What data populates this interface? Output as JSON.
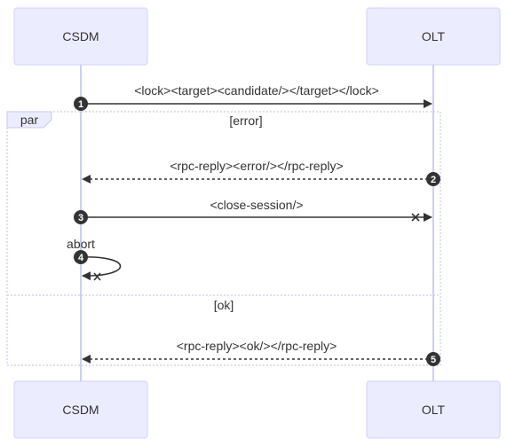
{
  "actors": {
    "left": "CSDM",
    "right": "OLT"
  },
  "frame": {
    "label": "par",
    "conditions": [
      "[error]",
      "[ok]"
    ]
  },
  "messages": [
    {
      "number": "1",
      "text": "<lock><target><candidate/></target></lock>",
      "from": "CSDM",
      "to": "OLT",
      "style": "solid"
    },
    {
      "number": "2",
      "text": "<rpc-reply><error/></rpc-reply>",
      "from": "OLT",
      "to": "CSDM",
      "style": "dashed"
    },
    {
      "number": "3",
      "text": "<close-session/>",
      "from": "CSDM",
      "to": "OLT",
      "style": "solid-cross"
    },
    {
      "number": "4",
      "text": "abort",
      "from": "CSDM",
      "to": "CSDM",
      "style": "self-cross"
    },
    {
      "number": "5",
      "text": "<rpc-reply><ok/></rpc-reply>",
      "from": "OLT",
      "to": "CSDM",
      "style": "dashed"
    }
  ]
}
